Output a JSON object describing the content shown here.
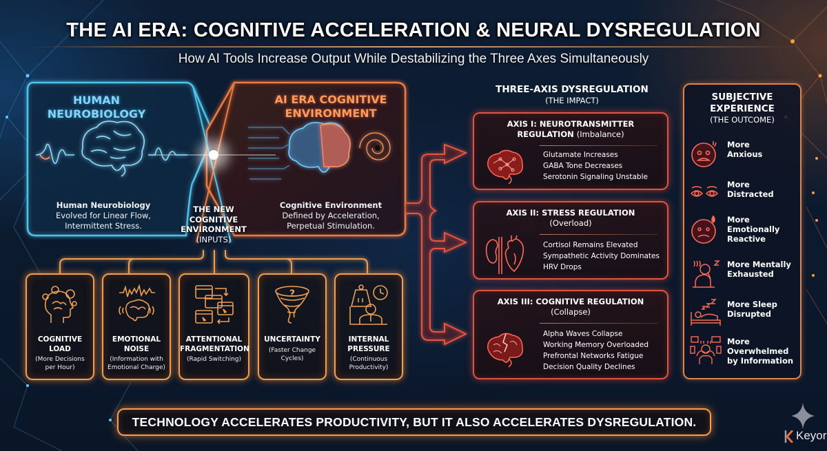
{
  "header": {
    "title": "THE AI ERA: COGNITIVE ACCELERATION & NEURAL DYSREGULATION",
    "subtitle": "How AI Tools Increase Output While Destabilizing the Three Axes Simultaneously"
  },
  "human_neurobiology": {
    "title_line1": "HUMAN",
    "title_line2": "NEUROBIOLOGY",
    "icon": "brain-with-waves-icon",
    "caption_bold": "Human Neurobiology",
    "caption_line2": "Evolved for Linear Flow,",
    "caption_line3": "Intermittent Stress.",
    "color": "#7fd6f7"
  },
  "ai_environment": {
    "title_line1": "AI ERA COGNITIVE",
    "title_line2": "ENVIRONMENT",
    "icon": "circuit-brain-vortex-icon",
    "caption_bold": "Cognitive Environment",
    "caption_line2": "Defined by Acceleration,",
    "caption_line3": "Perpetual Stimulation.",
    "color": "#ff9a5a"
  },
  "new_environment": {
    "line1": "THE NEW",
    "line2": "COGNITIVE",
    "line3": "ENVIRONMENT",
    "sub": "(INPUTS)"
  },
  "inputs": [
    {
      "title1": "COGNITIVE",
      "title2": "LOAD",
      "sub1": "(More Decisions",
      "sub2": "per Hour)",
      "icon": "head-gears-icon"
    },
    {
      "title1": "EMOTIONAL",
      "title2": "NOISE",
      "sub1": "(Information with",
      "sub2": "Emotional Charge)",
      "icon": "brain-soundwave-icon"
    },
    {
      "title1": "ATTENTIONAL",
      "title2": "FRAGMENTATION",
      "sub1": "(Rapid Switching)",
      "sub2": "",
      "icon": "switching-windows-icon"
    },
    {
      "title1": "UNCERTAINTY",
      "title2": "",
      "sub1": "(Faster Change",
      "sub2": "Cycles)",
      "icon": "tornado-question-icon"
    },
    {
      "title1": "INTERNAL",
      "title2": "PRESSURE",
      "sub1": "(Continuous",
      "sub2": "Productivity)",
      "icon": "weight-clock-person-icon"
    }
  ],
  "three_axis": {
    "heading": "THREE-AXIS DYSREGULATION",
    "subheading": "(THE IMPACT)",
    "axes": [
      {
        "title_line1": "AXIS I: NEUROTRANSMITTER",
        "title_line2": "REGULATION",
        "paren": "(Imbalance)",
        "icon": "brain-network-icon",
        "items": [
          "Glutamate Increases",
          "GABA Tone Decreases",
          "Serotonin Signaling Unstable"
        ]
      },
      {
        "title_line1": "AXIS II: STRESS REGULATION",
        "title_line2": "",
        "paren": "(Overload)",
        "icon": "kidney-heart-icon",
        "items": [
          "Cortisol Remains Elevated",
          "Sympathetic Activity Dominates",
          "HRV Drops"
        ]
      },
      {
        "title_line1": "AXIS III: COGNITIVE REGULATION",
        "title_line2": "",
        "paren": "(Collapse)",
        "icon": "cracked-brain-icon",
        "items": [
          "Alpha Waves Collapse",
          "Working Memory Overloaded",
          "Prefrontal Networks Fatigue",
          "Decision Quality Declines"
        ]
      }
    ]
  },
  "subjective": {
    "title_line1": "SUBJECTIVE",
    "title_line2": "EXPERIENCE",
    "subtitle": "(THE OUTCOME)",
    "items": [
      {
        "line1": "More",
        "line2": "Anxious",
        "line3": "",
        "icon": "anxious-face-icon"
      },
      {
        "line1": "More",
        "line2": "Distracted",
        "line3": "",
        "icon": "darting-eyes-icon"
      },
      {
        "line1": "More",
        "line2": "Emotionally",
        "line3": "Reactive",
        "icon": "sad-face-drop-icon"
      },
      {
        "line1": "More Mentally",
        "line2": "Exhausted",
        "line3": "",
        "icon": "exhausted-person-icon"
      },
      {
        "line1": "More Sleep",
        "line2": "Disrupted",
        "line3": "",
        "icon": "bed-sleep-icon"
      },
      {
        "line1": "More",
        "line2": "Overwhelmed",
        "line3": "by Information",
        "icon": "overwhelmed-person-icon"
      }
    ]
  },
  "banner": {
    "text": "TECHNOLOGY ACCELERATES PRODUCTIVITY, BUT IT ALSO ACCELERATES DYSREGULATION."
  },
  "brand": {
    "name": "Keyora",
    "accent": "#e8703a"
  },
  "colors": {
    "blue_glow": "#4cc4f0",
    "orange_glow": "#f0a050",
    "red_glow": "#e0553f",
    "background": "#0c1a2e"
  }
}
